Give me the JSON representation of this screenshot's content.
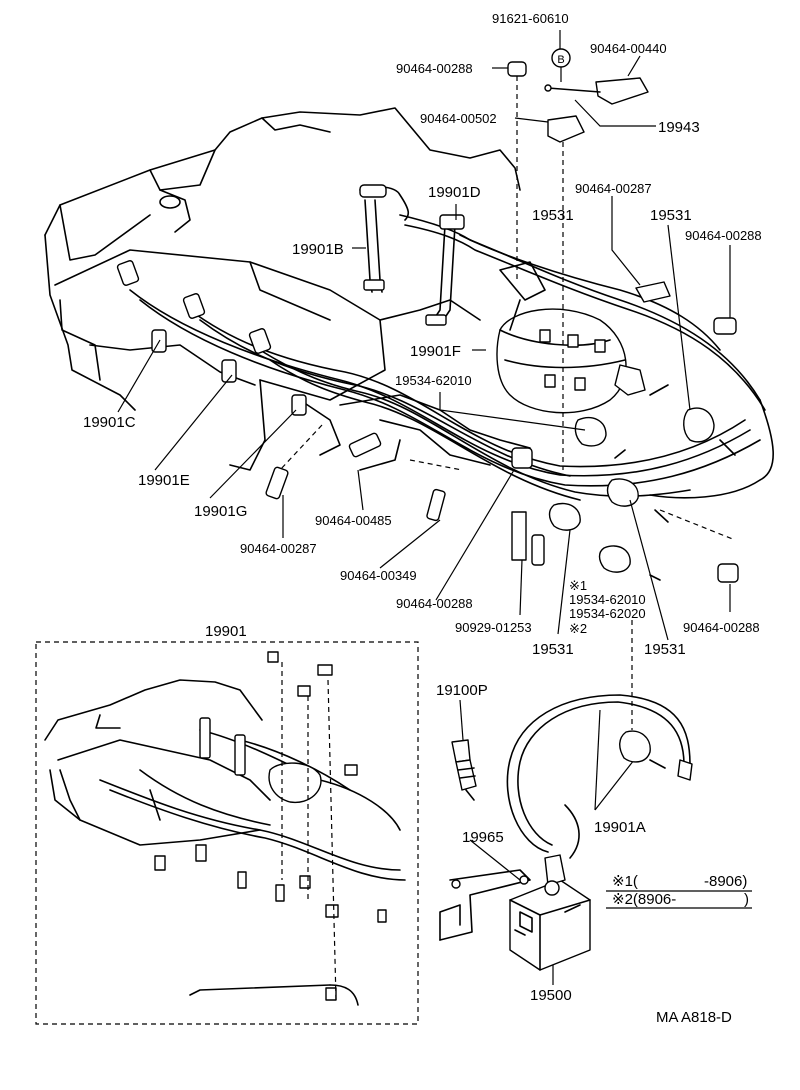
{
  "diagram": {
    "code": "MA  A818-D",
    "labels": {
      "p91621_60610": "91621-60610",
      "p90464_00288_top": "90464-00288",
      "circle_b": "B",
      "p90464_00440": "90464-00440",
      "p90464_00502": "90464-00502",
      "p19943": "19943",
      "p19901d": "19901D",
      "p90464_00287_r": "90464-00287",
      "p19531_a": "19531",
      "p19531_b": "19531",
      "p19901b": "19901B",
      "p90464_00288_r": "90464-00288",
      "p19901f": "19901F",
      "p19534_62010_m": "19534-62010",
      "p19901c": "19901C",
      "p19901e": "19901E",
      "p19901g": "19901G",
      "p90464_00485": "90464-00485",
      "p90464_00287_l": "90464-00287",
      "p90464_00349": "90464-00349",
      "p90464_00288_m": "90464-00288",
      "p90929_01253": "90929-01253",
      "note1_mark": "※1",
      "p19534_62010_b": "19534-62010",
      "p19534_62020": "19534-62020",
      "note2_mark": "※2",
      "p90464_00288_br": "90464-00288",
      "p19531_c": "19531",
      "p19531_d": "19531",
      "p19901": "19901",
      "p19100p": "19100P",
      "p19965": "19965",
      "p19901a": "19901A",
      "p19500": "19500"
    },
    "legend": {
      "row1_mark": "※1(",
      "row1_range": "-8906)",
      "row2_mark": "※2(8906-",
      "row2_close": ")"
    }
  }
}
